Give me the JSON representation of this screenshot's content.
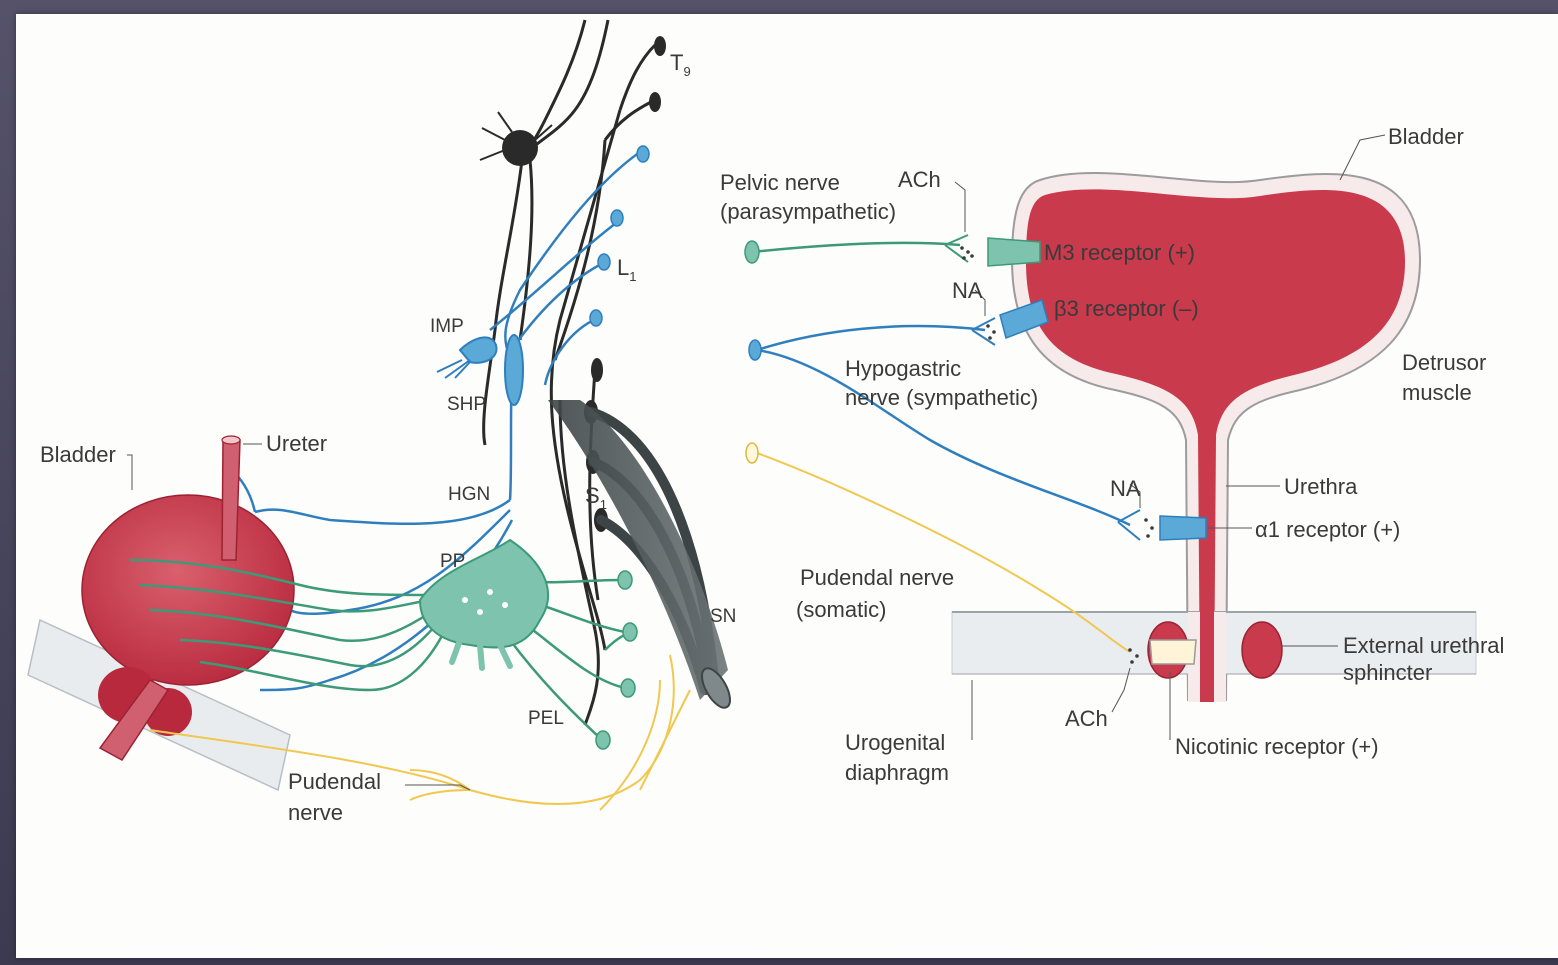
{
  "left": {
    "levels": {
      "t9": "T",
      "t9_sub": "9",
      "l1": "L",
      "l1_sub": "1",
      "s1": "S",
      "s1_sub": "1"
    },
    "nodes": {
      "imp": "IMP",
      "shp": "SHP",
      "hgn": "HGN",
      "pp": "PP",
      "pel": "PEL",
      "sn": "SN"
    },
    "bladder": "Bladder",
    "ureter": "Ureter",
    "pudendal_1": "Pudendal",
    "pudendal_2": "nerve"
  },
  "right": {
    "bladder": "Bladder",
    "pelvic_1": "Pelvic nerve",
    "pelvic_2": "(parasympathetic)",
    "ach_top": "ACh",
    "m3": "M3 receptor (+)",
    "na_top": "NA",
    "b3": "β3 receptor (–)",
    "hypo_1": "Hypogastric",
    "hypo_2": "nerve (sympathetic)",
    "detrusor_1": "Detrusor",
    "detrusor_2": "muscle",
    "urethra": "Urethra",
    "na_mid": "NA",
    "a1": "α1 receptor (+)",
    "pud_1": "Pudendal nerve",
    "pud_2": "(somatic)",
    "ext_1": "External urethral",
    "ext_2": "sphincter",
    "ach_bottom": "ACh",
    "nicotinic": "Nicotinic receptor (+)",
    "uro_1": "Urogenital",
    "uro_2": "diaphragm"
  },
  "colors": {
    "bladder": "#c83a4c",
    "bladder_light": "#e58b95",
    "sympathetic": "#2f7fbf",
    "sympathetic_fill": "#5aa9d6",
    "parasympathetic": "#3c9a78",
    "parasympathetic_fill": "#7ec3ad",
    "somatic": "#f0c850",
    "neuron": "#2a2a2a"
  }
}
